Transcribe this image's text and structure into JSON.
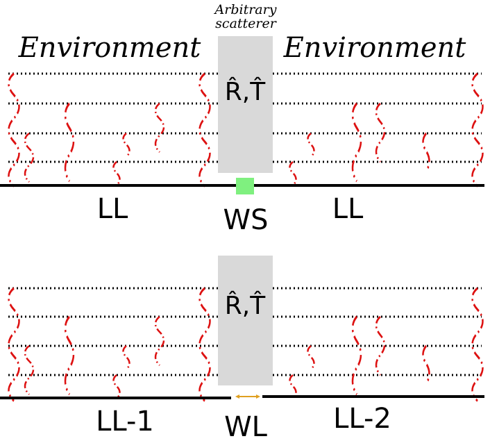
{
  "header": {
    "scatterer_line1": "Arbitrary",
    "scatterer_line2": "scatterer",
    "env_left": "Environment",
    "env_right": "Environment"
  },
  "top_panel": {
    "operator_label": "R̂,T̂",
    "left_lead": "LL",
    "center_label": "WS",
    "right_lead": "LL"
  },
  "bottom_panel": {
    "operator_label": "R̂,T̂",
    "left_lead": "LL-1",
    "center_label": "WL",
    "right_lead": "LL-2"
  },
  "colors": {
    "scatterer_box": "#d9d9d9",
    "wavy_lines": "#dd1111",
    "ws_square": "#7ff07f",
    "wl_arrow": "#e0a020",
    "solid_line": "#000000",
    "dotted_line": "#000000"
  }
}
